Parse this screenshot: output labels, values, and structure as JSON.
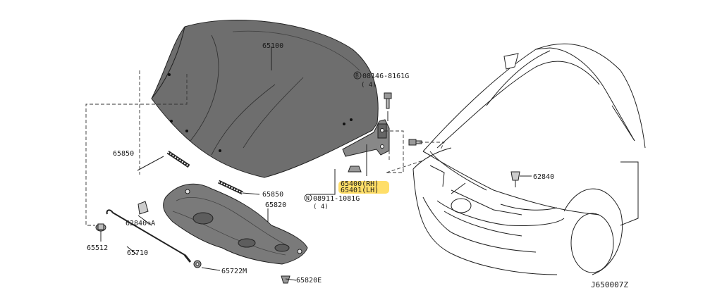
{
  "labels": {
    "hood": "65100",
    "bolt_code": "08146-8161G",
    "bolt_qty": "( 4)",
    "seal_left": "65850",
    "seal_right": "65850",
    "hinge_rh": "65400(RH)",
    "hinge_lh": "65401(LH)",
    "nut_code": "08911-1081G",
    "nut_qty": "( 4)",
    "insulator": "65820",
    "clip_a": "62840+A",
    "rod_holder": "65512",
    "support_rod": "65710",
    "grommet": "65722M",
    "insulator_clip": "65820E",
    "bumper_clip": "62840",
    "diagram_code": "J650007Z"
  },
  "highlight_color": "#ffd84d"
}
